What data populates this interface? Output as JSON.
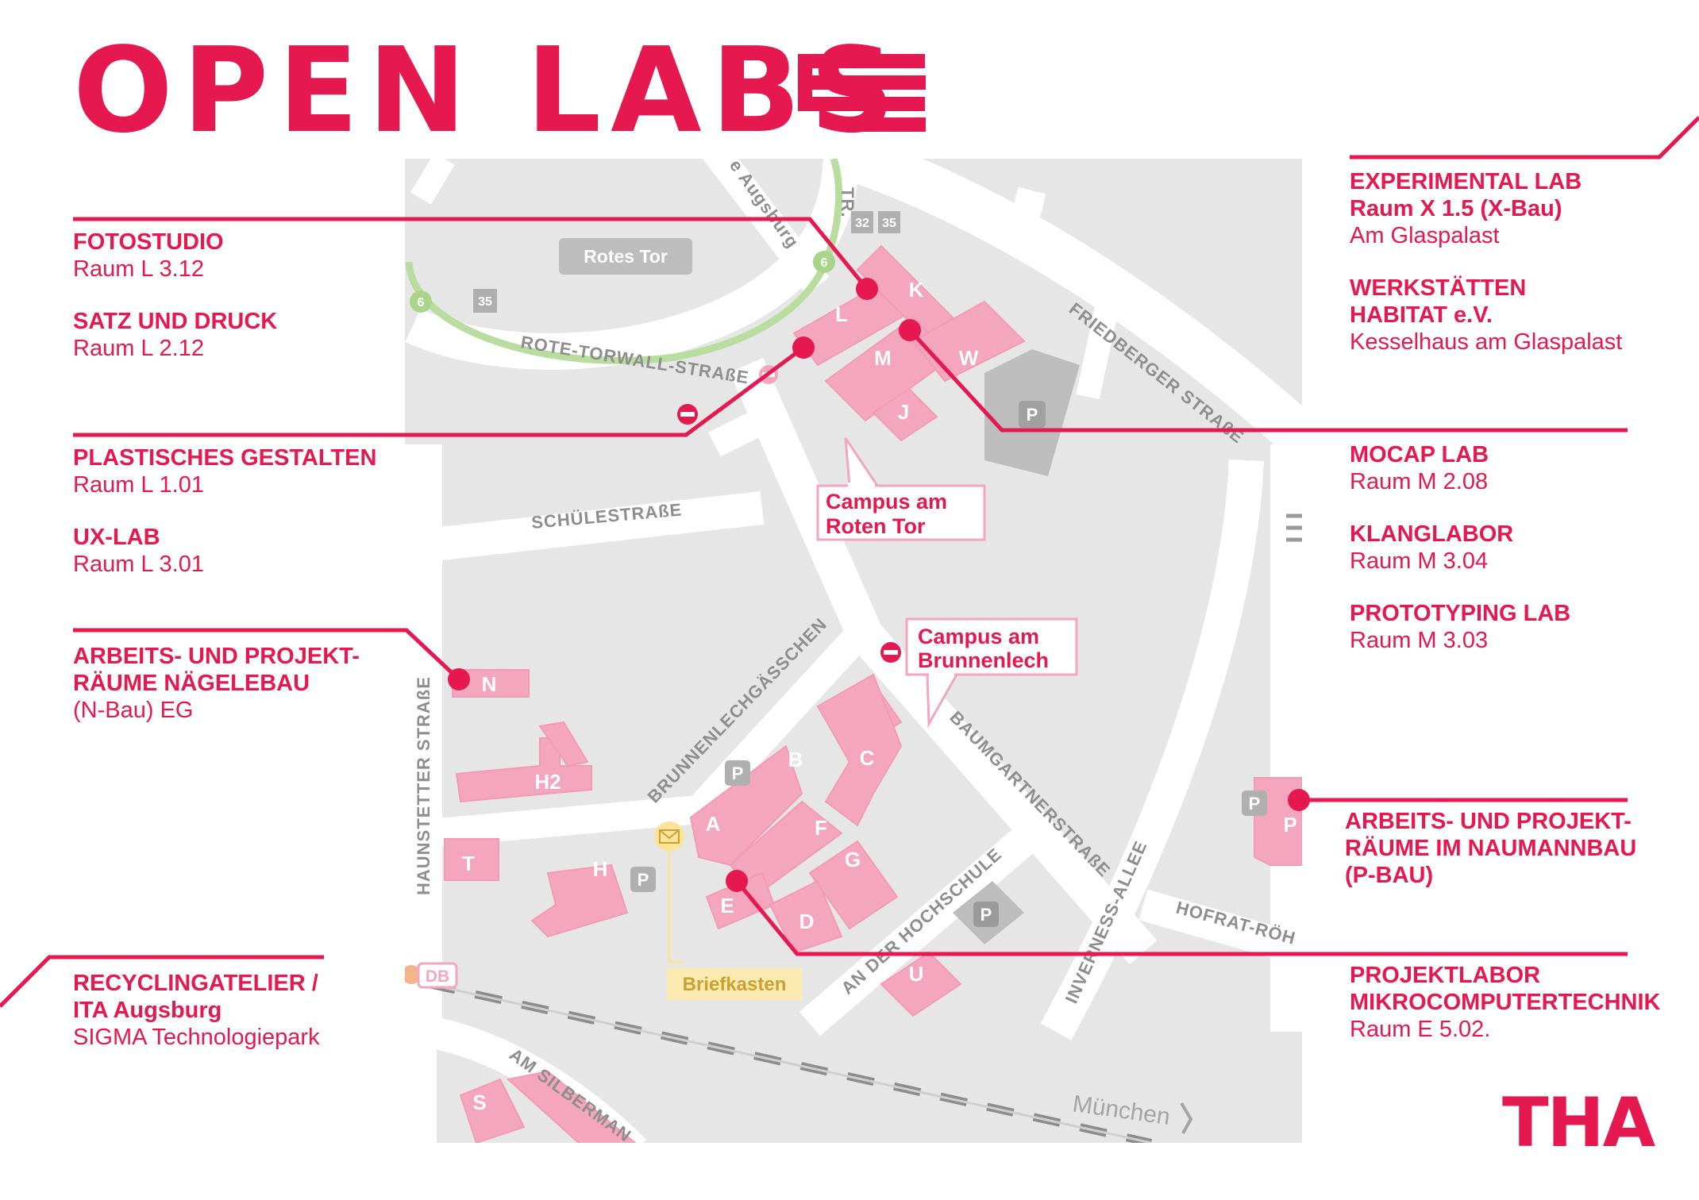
{
  "header": {
    "title": "OPEN LABS",
    "accent_color": "#E5194F"
  },
  "labels_left": [
    {
      "title": "FOTOSTUDIO",
      "sub": "Raum L 3.12"
    },
    {
      "title": "SATZ UND DRUCK",
      "sub": "Raum L 2.12"
    },
    {
      "title": "PLASTISCHES GESTALTEN",
      "sub": "Raum L 1.01"
    },
    {
      "title": "UX-LAB",
      "sub": "Raum L 3.01"
    },
    {
      "title": "ARBEITS- UND PROJEKT-",
      "title2": "RÄUME NÄGELEBAU",
      "sub": "(N-Bau) EG"
    },
    {
      "title": "RECYCLINGATELIER /",
      "title2": "ITA Augsburg",
      "sub": "SIGMA Technologiepark"
    }
  ],
  "labels_right": [
    {
      "title": "EXPERIMENTAL LAB",
      "title2": "Raum X 1.5 (X-Bau)",
      "sub": "Am Glaspalast"
    },
    {
      "title": "WERKSTÄTTEN",
      "title2": "HABITAT e.V.",
      "sub": "Kesselhaus am Glaspalast"
    },
    {
      "title": "MOCAP LAB",
      "sub": "Raum M 2.08"
    },
    {
      "title": "KLANGLABOR",
      "sub": "Raum M 3.04"
    },
    {
      "title": "PROTOTYPING LAB",
      "sub": "Raum M 3.03"
    },
    {
      "title": "ARBEITS- UND PROJEKT-",
      "title2": "RÄUME IM NAUMANNBAU",
      "title3": "(P-BAU)"
    },
    {
      "title": "PROJEKTLABOR",
      "title2": "MIKROCOMPUTERTECHNIK",
      "sub": "Raum E 5.02."
    }
  ],
  "map": {
    "streets": {
      "rote_torwall": "ROTE-TORWALL-STRAßE",
      "schule": "SCHÜLESTRAßE",
      "friedberger": "FRIEDBERGER STRAßE",
      "brunnenlech": "BRUNNENLECHGÄSSCHEN",
      "baumgartner": "BAUMGARTNERSTRAßE",
      "haunstetter": "HAUNSTETTER STRAßE",
      "an_der_hochschule": "AN DER HOCHSCHULE",
      "inverness": "INVERNESS-ALLEE",
      "hofrat": "HOFRAT-RÖH",
      "am_silberman": "AM SILBERMAN",
      "augsburg_top": "e Augsburg",
      "str_top": "TR."
    },
    "places": {
      "rotes_tor": "Rotes Tor",
      "campus_roten_tor_1": "Campus am",
      "campus_roten_tor_2": "Roten Tor",
      "campus_brunnenlech_1": "Campus am",
      "campus_brunnenlech_2": "Brunnenlech",
      "briefkasten": "Briefkasten",
      "muenchen": "München",
      "db": "DB"
    },
    "route_badges": [
      "32",
      "35",
      "6",
      "35",
      "6"
    ],
    "parking_symbol": "P",
    "buildings": [
      "L",
      "K",
      "M",
      "W",
      "J",
      "N",
      "H2",
      "B",
      "C",
      "A",
      "F",
      "G",
      "E",
      "D",
      "T",
      "H",
      "U",
      "P",
      "S"
    ]
  },
  "footer": {
    "logo": "THA"
  }
}
